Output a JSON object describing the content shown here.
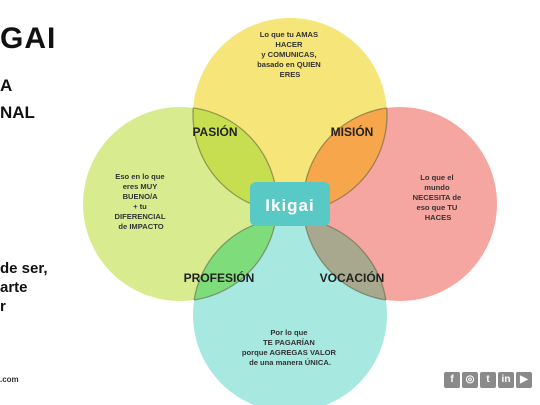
{
  "page_fragments": {
    "title_frag": "GAI",
    "line_a": "A",
    "line_nal": "NAL",
    "lower_1": "de ser,",
    "lower_2": "arte",
    "lower_3": "r",
    "domain_frag": ".com"
  },
  "diagram": {
    "center": {
      "label": "Ikigai",
      "color": "#58c9c4"
    },
    "circles": [
      {
        "id": "top",
        "color": "#f6e579",
        "text": [
          "Lo que tu AMAS",
          "HACER",
          "y COMUNICAS,",
          "basado en  QUIEN",
          "ERES"
        ]
      },
      {
        "id": "left",
        "color": "#d8ec8f",
        "text": [
          "Eso en lo que",
          "eres MUY",
          "BUENO/A",
          "+ tu",
          "DIFERENCIAL",
          "de IMPACTO"
        ]
      },
      {
        "id": "right",
        "color": "#f6a6a0",
        "text": [
          "Lo que el",
          "mundo",
          "NECESITA de",
          "eso  que TU",
          "HACES"
        ]
      },
      {
        "id": "bottom",
        "color": "#a7e9e1",
        "text": [
          "Por lo que",
          "TE  PAGARÍAN",
          "porque AGREGAS VALOR",
          "de una manera ÚNICA."
        ]
      }
    ],
    "overlaps": {
      "pasion": {
        "label": "PASIÓN",
        "color": "#c6de4f"
      },
      "mision": {
        "label": "MISIÓN",
        "color": "#f7a64b"
      },
      "profesion": {
        "label": "PROFESIÓN",
        "color": "#7fdc7a"
      },
      "vocacion": {
        "label": "VOCACIÓN",
        "color": "#a8a88e"
      }
    }
  },
  "social": {
    "icons": [
      "facebook-icon",
      "instagram-icon",
      "twitter-icon",
      "linkedin-icon",
      "youtube-icon"
    ],
    "glyphs": [
      "f",
      "◎",
      "t",
      "in",
      "▶"
    ]
  }
}
